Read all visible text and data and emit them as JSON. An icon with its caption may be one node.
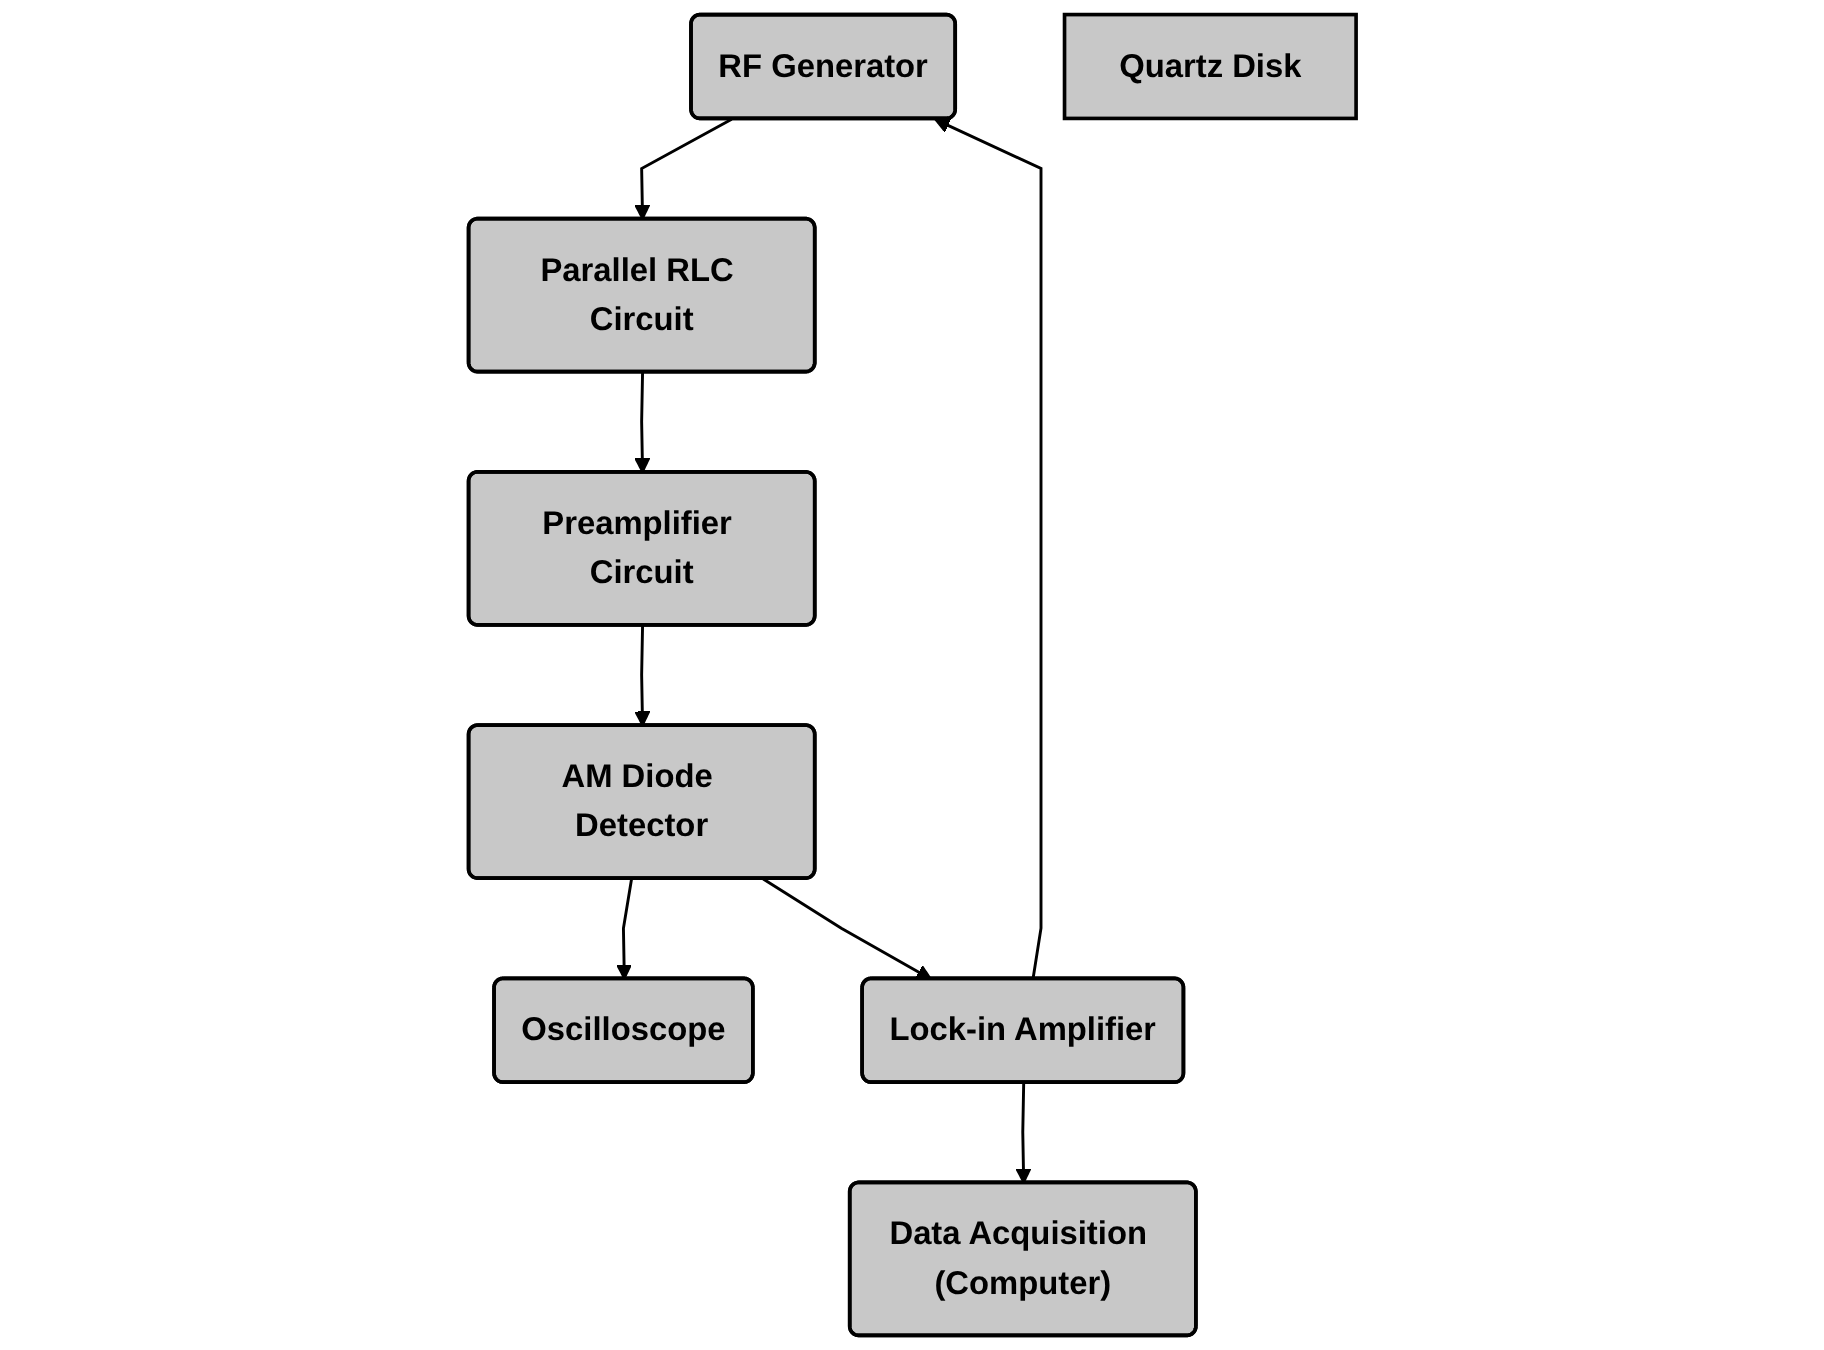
{
  "diagram": {
    "nodes": [
      {
        "text": [
          "RF Generator"
        ]
      },
      {
        "text": [
          "Quartz Disk"
        ]
      },
      {
        "text": [
          "Parallel RLC Circuit"
        ]
      },
      {
        "text": [
          "Oscilloscope"
        ]
      },
      {
        "text": [
          "AM Diode Detector"
        ]
      },
      {
        "text": [
          "Preamplifier Circuit"
        ]
      },
      {
        "text": [
          "Lock-in Amplifier"
        ]
      },
      {
        "text": [
          "Data Acquisition (Computer)"
        ]
      }
    ],
    "edges": [
      {
        "from": 0,
        "to": 2,
        "arrow": "to"
      },
      {
        "from": 2,
        "to": 5,
        "arrow": "to"
      },
      {
        "from": 5,
        "to": 4,
        "arrow": "to"
      },
      {
        "from": 4,
        "to": 3,
        "arrow": "to"
      },
      {
        "from": 4,
        "to": 6,
        "arrow": "to"
      },
      {
        "from": 6,
        "to": 0,
        "arrow": "to"
      },
      {
        "from": 6,
        "to": 7,
        "arrow": "to"
      }
    ]
  }
}
